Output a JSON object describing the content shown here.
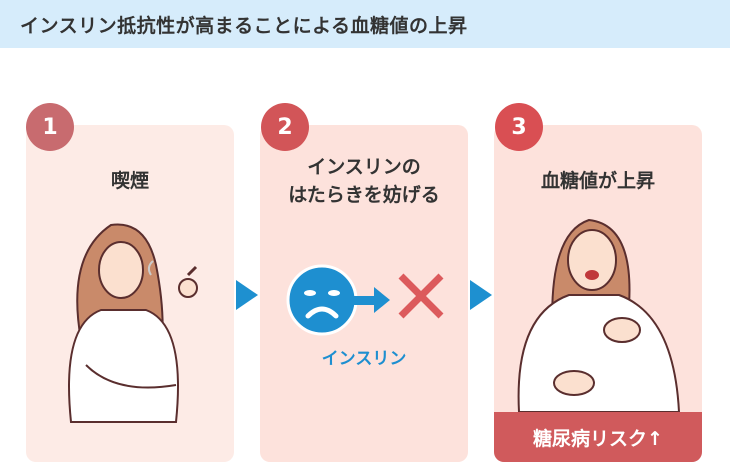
{
  "header": {
    "title": "インスリン抵抗性が高まることによる血糖値の上昇"
  },
  "steps": [
    {
      "number": "1",
      "title": "喫煙"
    },
    {
      "number": "2",
      "title_line1": "インスリンの",
      "title_line2": "はたらきを妨げる",
      "insulin_label": "インスリン"
    },
    {
      "number": "3",
      "title": "血糖値が上昇",
      "risk_label": "糖尿病リスク↑"
    }
  ],
  "colors": {
    "header_bg": "#d6ecfb",
    "accent_blue": "#1e90d0",
    "accent_red": "#d05a5c"
  }
}
